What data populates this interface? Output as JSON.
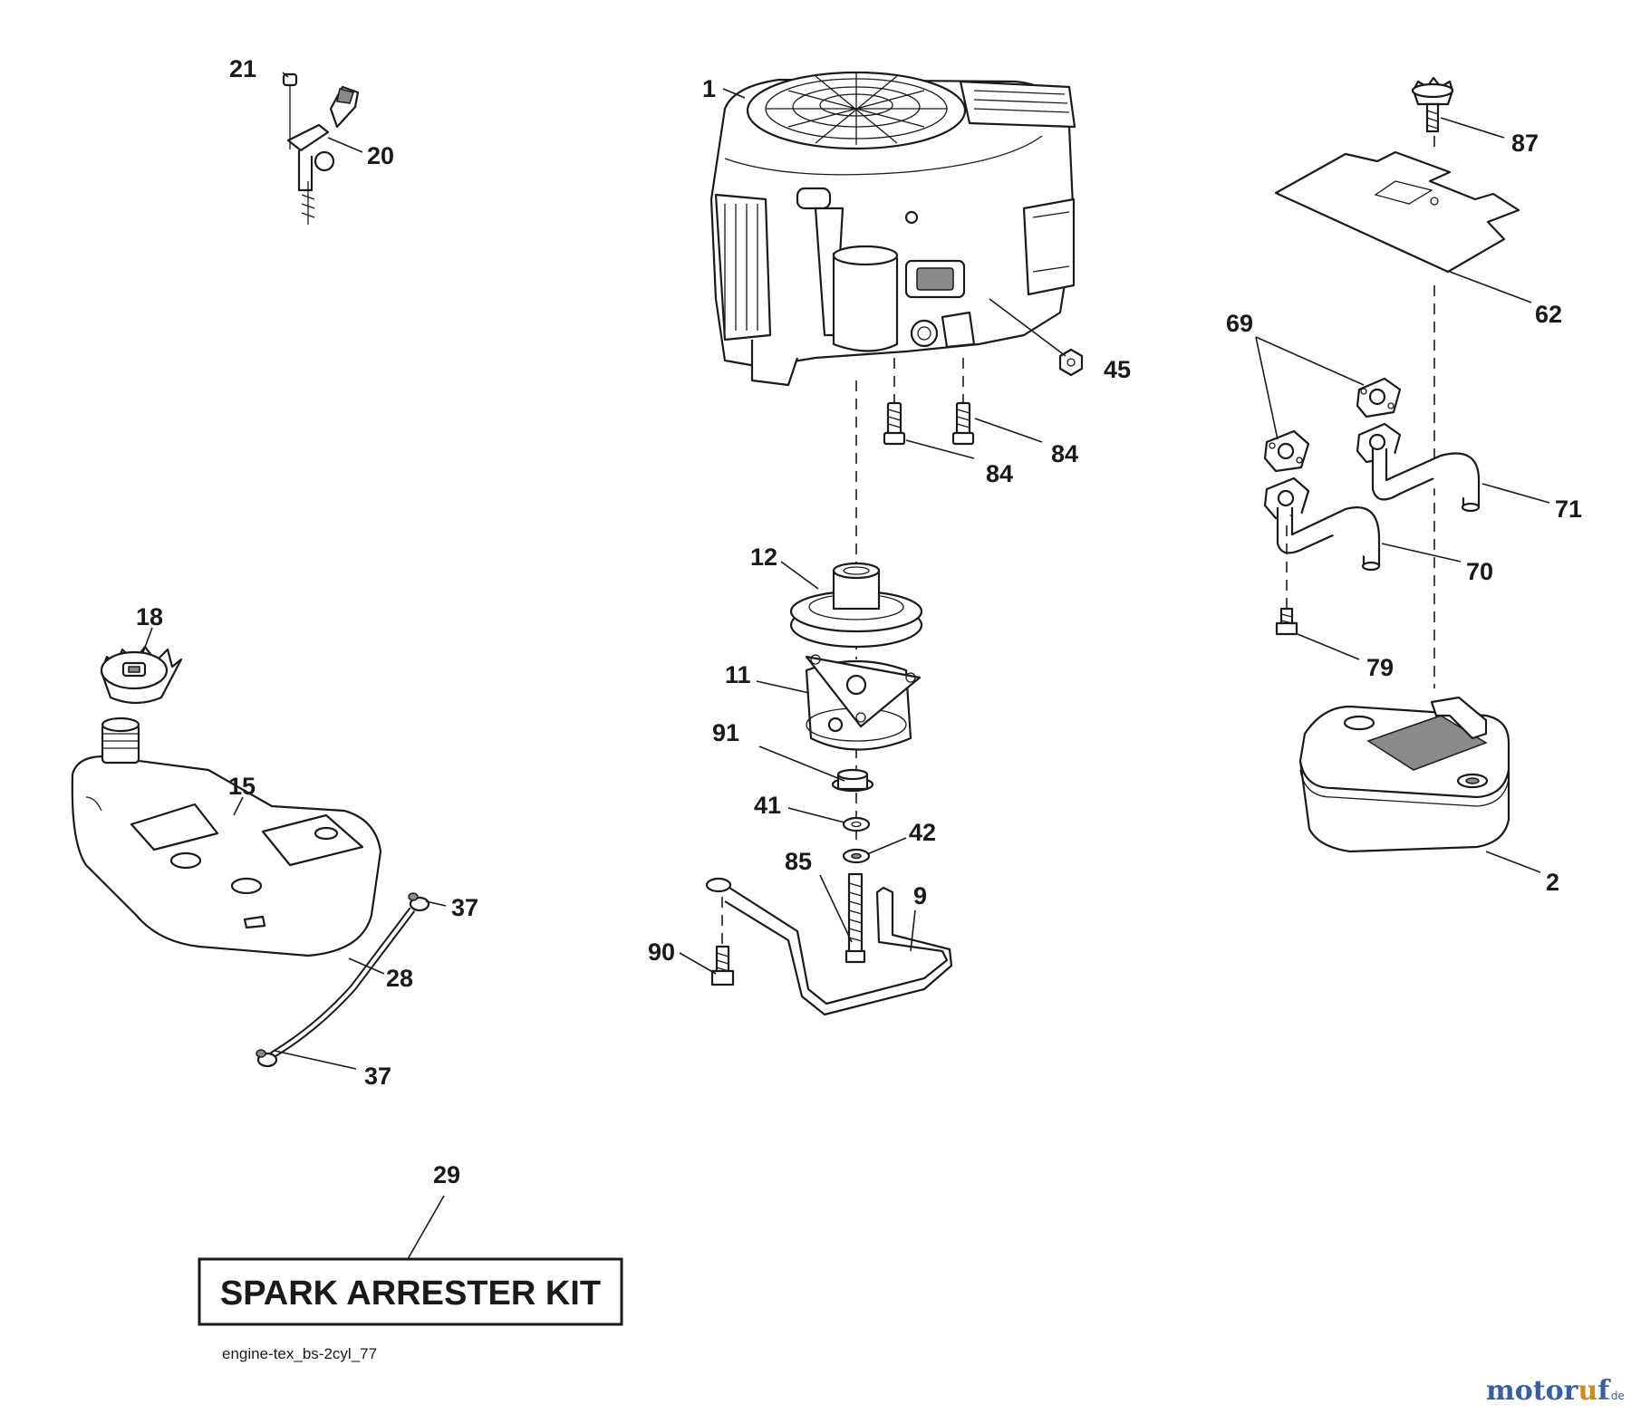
{
  "labels": {
    "p1": "1",
    "p2": "2",
    "p9": "9",
    "p11": "11",
    "p12": "12",
    "p15": "15",
    "p18": "18",
    "p20": "20",
    "p21": "21",
    "p28": "28",
    "p29": "29",
    "p37a": "37",
    "p37b": "37",
    "p41": "41",
    "p42": "42",
    "p45": "45",
    "p62": "62",
    "p69": "69",
    "p70": "70",
    "p71": "71",
    "p79": "79",
    "p84a": "84",
    "p84b": "84",
    "p85": "85",
    "p87": "87",
    "p90": "90",
    "p91": "91"
  },
  "kit_label": "SPARK ARRESTER KIT",
  "filename": "engine-tex_bs-2cyl_77",
  "watermark": {
    "main": "motoruf",
    "sub": ".de",
    "color_main": "#3a5fa0",
    "color_accent": "#d08a1c"
  }
}
